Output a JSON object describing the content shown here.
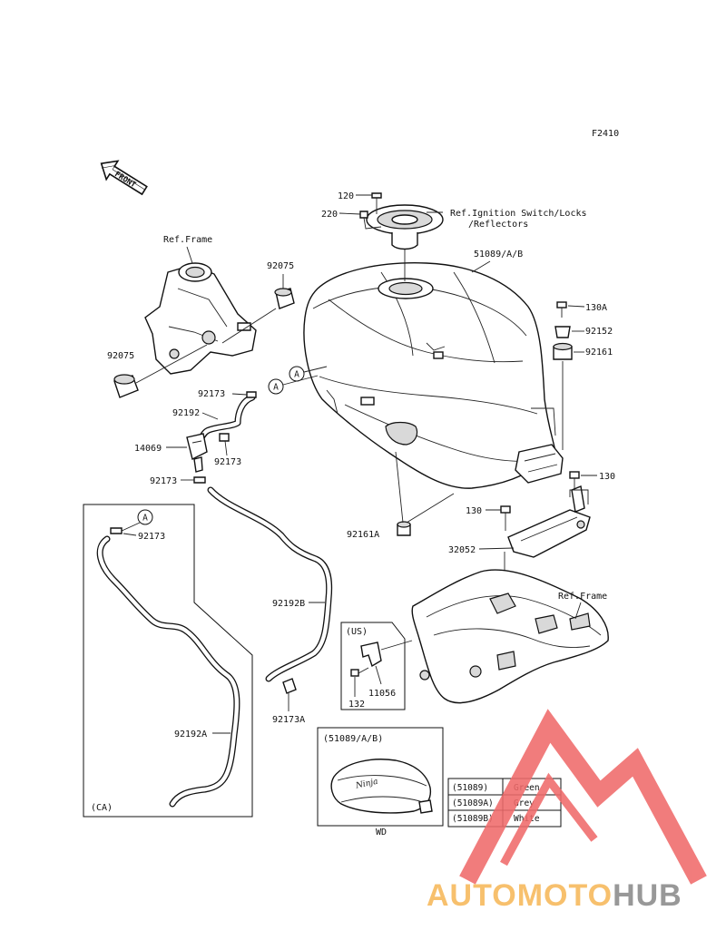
{
  "figure_code": "F2410",
  "front_label": "FRONT",
  "parts": {
    "p120": "120",
    "p220": "220",
    "ignition_ref_1": "Ref.Ignition Switch/Locks",
    "ignition_ref_2": "/Reflectors",
    "p51089": "51089/A/B",
    "ref_frame_top": "Ref.Frame",
    "p92075_top": "92075",
    "p92075_left": "92075",
    "p130a": "130A",
    "p92152": "92152",
    "p92161": "92161",
    "circle_a1": "A",
    "circle_a2": "A",
    "p92173_1": "92173",
    "p92192": "92192",
    "p14069": "14069",
    "p92173_2": "92173",
    "p92173_3": "92173",
    "p130_right": "130",
    "p130_mid": "130",
    "p92161a": "92161A",
    "circle_a3": "A",
    "p92173_4": "92173",
    "p32052": "32052",
    "ref_frame_bottom": "Ref.Frame",
    "p92192b": "92192B",
    "us_label": "(US)",
    "p11056": "11056",
    "p132": "132",
    "p92173a": "92173A",
    "p92192a": "92192A",
    "ca_label": "(CA)",
    "inset_title": "(51089/A/B)",
    "inset_caption": "WD"
  },
  "color_table": [
    {
      "code": "(51089)",
      "color": "Green"
    },
    {
      "code": "(51089A)",
      "color": "Grey"
    },
    {
      "code": "(51089B)",
      "color": "White"
    }
  ],
  "watermark": {
    "text_part1": "AUTOMOTO",
    "text_part2": "HUB",
    "color_red": "#f06a6a",
    "color_orange": "#f7b85a",
    "color_grey": "#8a8a8a"
  }
}
